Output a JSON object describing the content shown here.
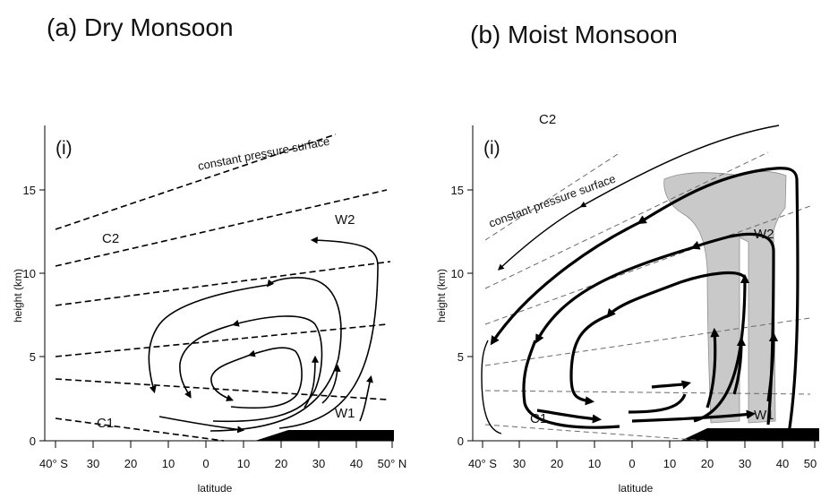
{
  "panel_a": {
    "title": "(a) Dry Monsoon",
    "subpanel": "(i)",
    "ylabel": "height (km)",
    "xlabel": "latitude",
    "y_ticks": [
      "0",
      "5",
      "10",
      "15"
    ],
    "x_ticks": [
      "40° S",
      "30",
      "20",
      "10",
      "0",
      "10",
      "20",
      "30",
      "40",
      "50° N"
    ],
    "annotation": "constant pressure surface",
    "cells": {
      "c1": "C1",
      "c2": "C2",
      "w1": "W1",
      "w2": "W2"
    }
  },
  "panel_b": {
    "title": "(b) Moist Monsoon",
    "subpanel": "(i)",
    "ylabel": "height (km)",
    "xlabel": "latitude",
    "y_ticks": [
      "0",
      "5",
      "10",
      "15"
    ],
    "x_ticks": [
      "40° S",
      "30",
      "20",
      "10",
      "0",
      "10",
      "20",
      "30",
      "40",
      "50"
    ],
    "annotation": "constant pressure surface",
    "cells": {
      "c1": "C1",
      "c2": "C2",
      "w1": "W1",
      "w2": "W2"
    }
  }
}
